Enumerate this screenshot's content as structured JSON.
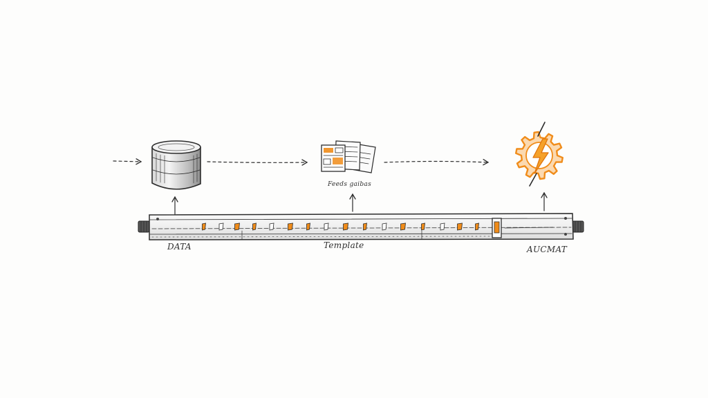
{
  "diagram": {
    "labels": {
      "data": "DATA",
      "feed": "Feeds gaibas",
      "template": "Template",
      "automat": "AUCMAT"
    },
    "colors": {
      "ink": "#2b2b2b",
      "accent": "#f08c1a",
      "paper": "#fdfdfc"
    },
    "icons": [
      "database-cylinder-icon",
      "document-stack-icon",
      "lightning-gear-icon"
    ]
  }
}
